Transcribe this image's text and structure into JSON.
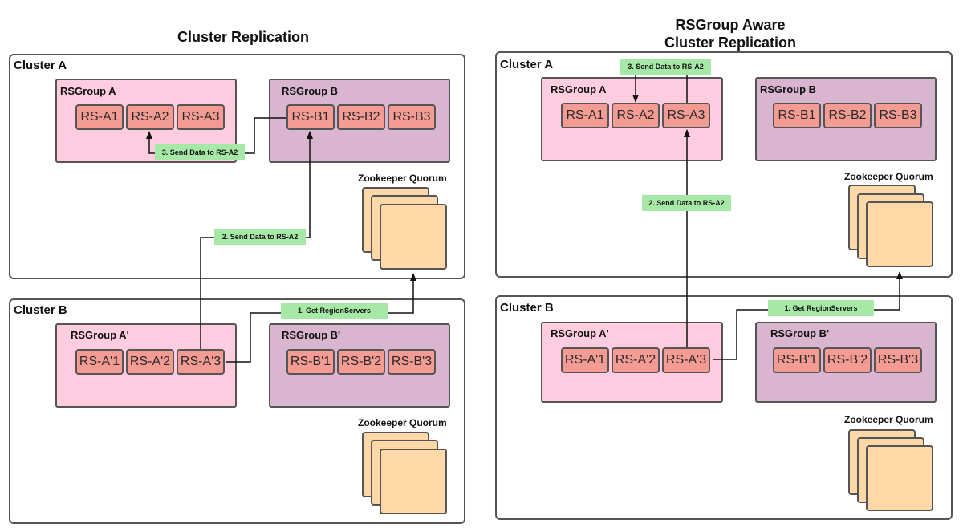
{
  "left": {
    "title": "Cluster Replication",
    "cluster_a": {
      "label": "Cluster A",
      "group_a": {
        "label": "RSGroup A",
        "servers": [
          "RS-A1",
          "RS-A2",
          "RS-A3"
        ]
      },
      "group_b": {
        "label": "RSGroup B",
        "servers": [
          "RS-B1",
          "RS-B2",
          "RS-B3"
        ]
      },
      "zookeeper": "Zookeeper Quorum"
    },
    "cluster_b": {
      "label": "Cluster B",
      "group_a": {
        "label": "RSGroup A'",
        "servers": [
          "RS-A'1",
          "RS-A'2",
          "RS-A'3"
        ]
      },
      "group_b": {
        "label": "RSGroup B'",
        "servers": [
          "RS-B'1",
          "RS-B'2",
          "RS-B'3"
        ]
      },
      "zookeeper": "Zookeeper Quorum"
    },
    "steps": [
      "1. Get RegionServers",
      "2. Send Data to RS-A2",
      "3. Send Data to RS-A2"
    ]
  },
  "right": {
    "title_line1": "RSGroup Aware",
    "title_line2": "Cluster Replication",
    "cluster_a": {
      "label": "Cluster A",
      "group_a": {
        "label": "RSGroup A",
        "servers": [
          "RS-A1",
          "RS-A2",
          "RS-A3"
        ]
      },
      "group_b": {
        "label": "RSGroup B",
        "servers": [
          "RS-B1",
          "RS-B2",
          "RS-B3"
        ]
      },
      "zookeeper": "Zookeeper Quorum"
    },
    "cluster_b": {
      "label": "Cluster B",
      "group_a": {
        "label": "RSGroup A'",
        "servers": [
          "RS-A'1",
          "RS-A'2",
          "RS-A'3"
        ]
      },
      "group_b": {
        "label": "RSGroup B'",
        "servers": [
          "RS-B'1",
          "RS-B'2",
          "RS-B'3"
        ]
      },
      "zookeeper": "Zookeeper Quorum"
    },
    "steps": [
      "1. Get RegionServers",
      "2. Send Data to RS-A2",
      "3. Send Data to RS-A2"
    ]
  },
  "colors": {
    "group_a_fill": "#ffcce0",
    "group_b_fill": "#d9b5d0",
    "region_server_fill": "#f49b93",
    "zookeeper_fill": "#fed9a7",
    "step_label_fill": "#a6e8a6"
  }
}
